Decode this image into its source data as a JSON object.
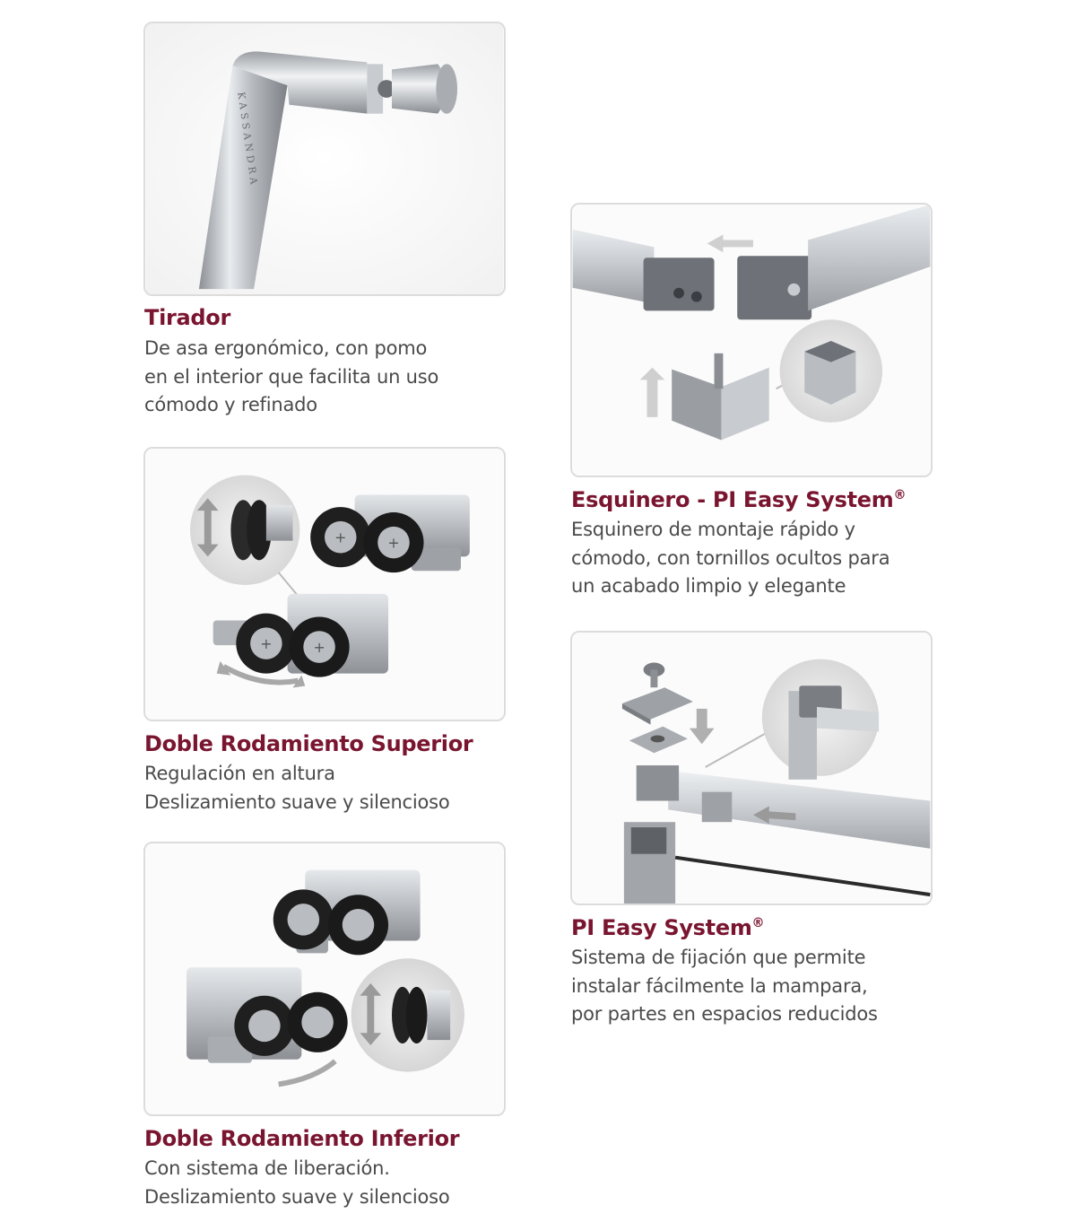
{
  "features": {
    "tirador": {
      "title": "Tirador",
      "lines": [
        "De asa ergonómico, con pomo",
        "en el interior que facilita un uso",
        "cómodo y refinado"
      ],
      "engraving": "KASSANDRA"
    },
    "superior": {
      "title": "Doble Rodamiento Superior",
      "lines": [
        "Regulación en altura",
        "Deslizamiento suave y silencioso"
      ]
    },
    "inferior": {
      "title": "Doble Rodamiento Inferior",
      "lines": [
        "Con sistema de liberación.",
        "Deslizamiento suave y silencioso"
      ]
    },
    "esquinero": {
      "title": "Esquinero - PI Easy System",
      "mark": "®",
      "lines": [
        "Esquinero de montaje rápido y",
        "cómodo, con tornillos ocultos para",
        "un acabado limpio y elegante"
      ]
    },
    "easy": {
      "title": "PI Easy System",
      "mark": "®",
      "lines": [
        "Sistema de fijación que permite",
        "instalar fácilmente la mampara,",
        "por partes en espacios reducidos"
      ]
    }
  },
  "colors": {
    "title": "#7a1530",
    "text": "#4a4a4a",
    "border": "#dcdcdc"
  }
}
